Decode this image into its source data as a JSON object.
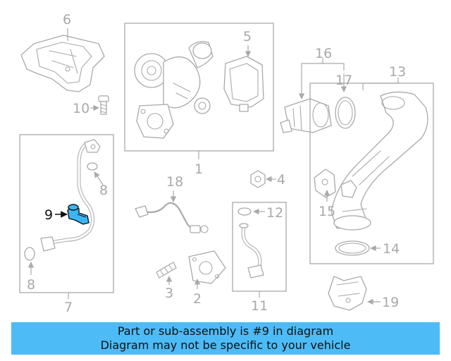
{
  "callouts": {
    "c1": "1",
    "c2": "2",
    "c3": "3",
    "c4": "4",
    "c5": "5",
    "c6": "6",
    "c7": "7",
    "c8a": "8",
    "c8b": "8",
    "c9": "9",
    "c10": "10",
    "c11": "11",
    "c12": "12",
    "c13": "13",
    "c14": "14",
    "c15": "15",
    "c16": "16",
    "c17": "17",
    "c18": "18",
    "c19": "19"
  },
  "highlighted_part": "9",
  "colors": {
    "banner_bg": "#4dbbf6",
    "part_line": "#a9a9a9",
    "highlight_fill": "#3ab6f5",
    "text_dark": "#111111"
  },
  "banner": {
    "line1": "Part or sub-assembly is #9 in diagram",
    "line2": "Diagram may not be specific to your vehicle"
  }
}
